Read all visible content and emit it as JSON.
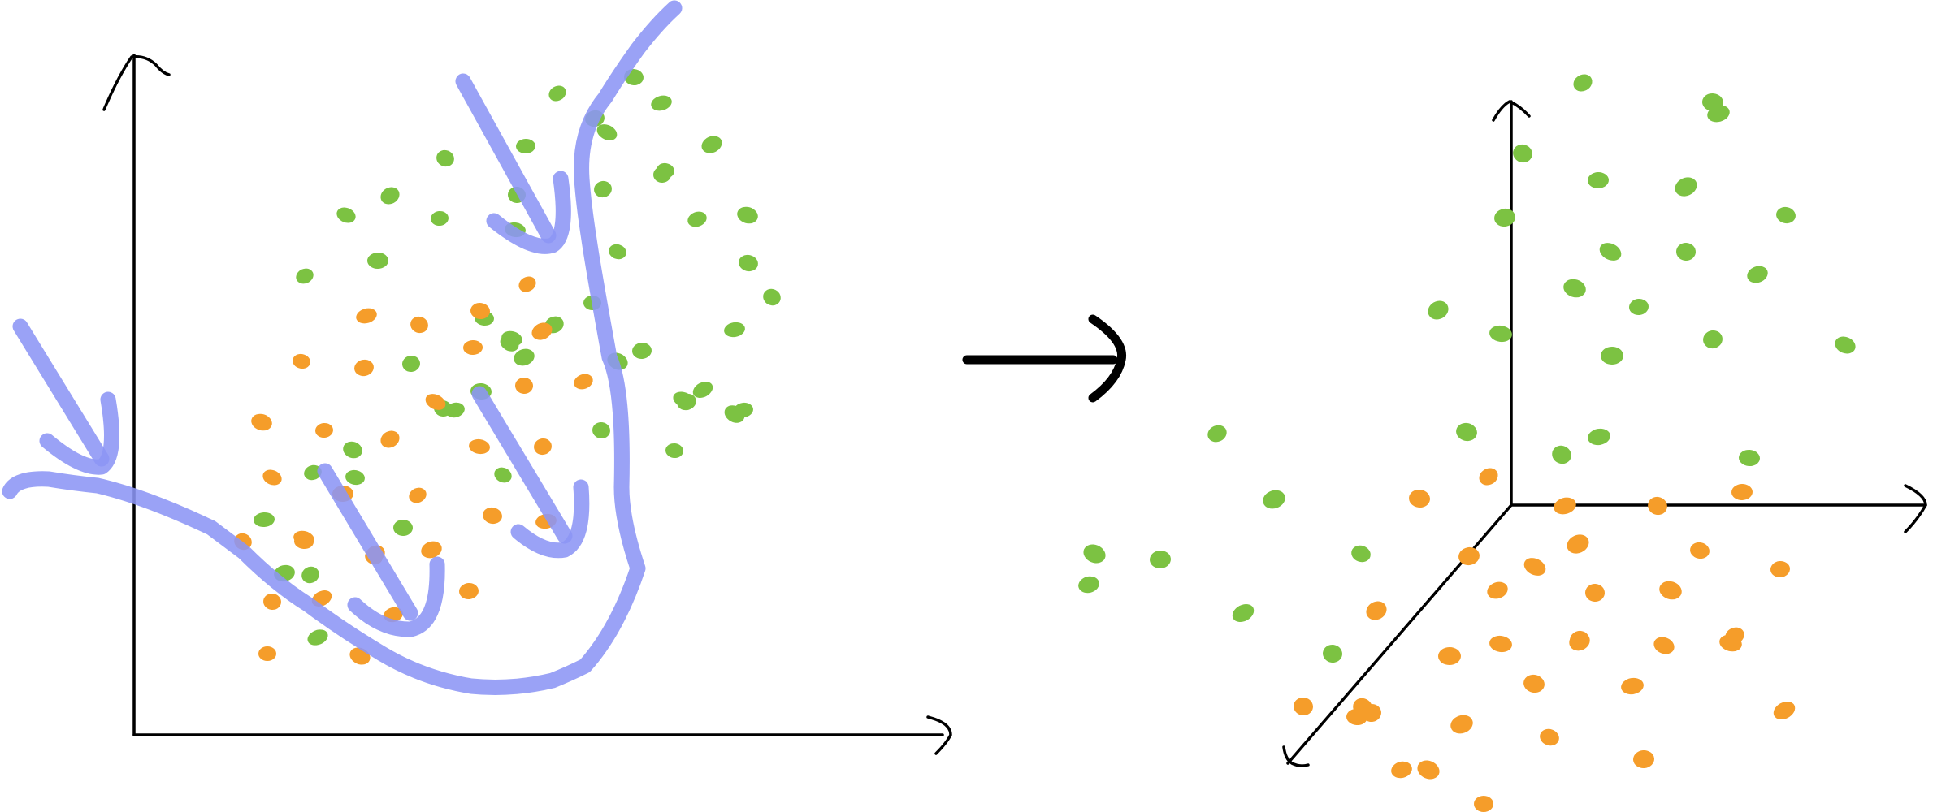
{
  "colors": {
    "green": "#7cc242",
    "orange": "#f59d2a",
    "blue": "#98a1f6",
    "ink": "#000000",
    "background": "#ffffff"
  },
  "left_panel": {
    "axes": [
      "y-axis",
      "x-axis"
    ],
    "green_points": 48,
    "orange_points": 38,
    "flow_arrows": 4,
    "boundary_curve": "u-shaped"
  },
  "transform_arrow": {
    "icon": "right-arrow-icon"
  },
  "right_panel": {
    "axes": [
      "z-up-axis",
      "x-right-axis",
      "y-diagonal-axis"
    ],
    "green_cluster": "upper",
    "orange_cluster": "lower"
  }
}
